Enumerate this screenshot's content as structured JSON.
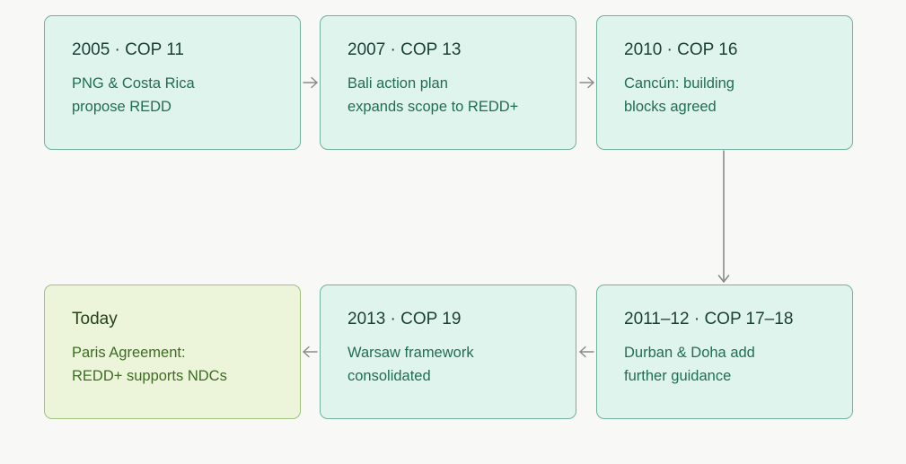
{
  "timeline": {
    "milestones": [
      {
        "title": "2005 · COP 11",
        "lines": [
          "PNG & Costa Rica",
          "propose REDD"
        ]
      },
      {
        "title": "2007 · COP 13",
        "lines": [
          "Bali action plan",
          "expands scope to REDD+"
        ]
      },
      {
        "title": "2010 · COP 16",
        "lines": [
          "Cancún: building",
          "blocks agreed"
        ]
      },
      {
        "title": "2011–12 · COP 17–18",
        "lines": [
          "Durban & Doha add",
          "further guidance"
        ]
      },
      {
        "title": "2013 · COP 19",
        "lines": [
          "Warsaw framework",
          "consolidated"
        ]
      },
      {
        "title": "Today",
        "lines": [
          "Paris Agreement:",
          "REDD+ supports NDCs"
        ]
      }
    ],
    "colors": {
      "node_fill": "#e0f4ee",
      "node_border": "#72b19e",
      "today_fill": "#ecf4da",
      "today_border": "#9fc27f",
      "connector": "#8a8a8a"
    }
  }
}
